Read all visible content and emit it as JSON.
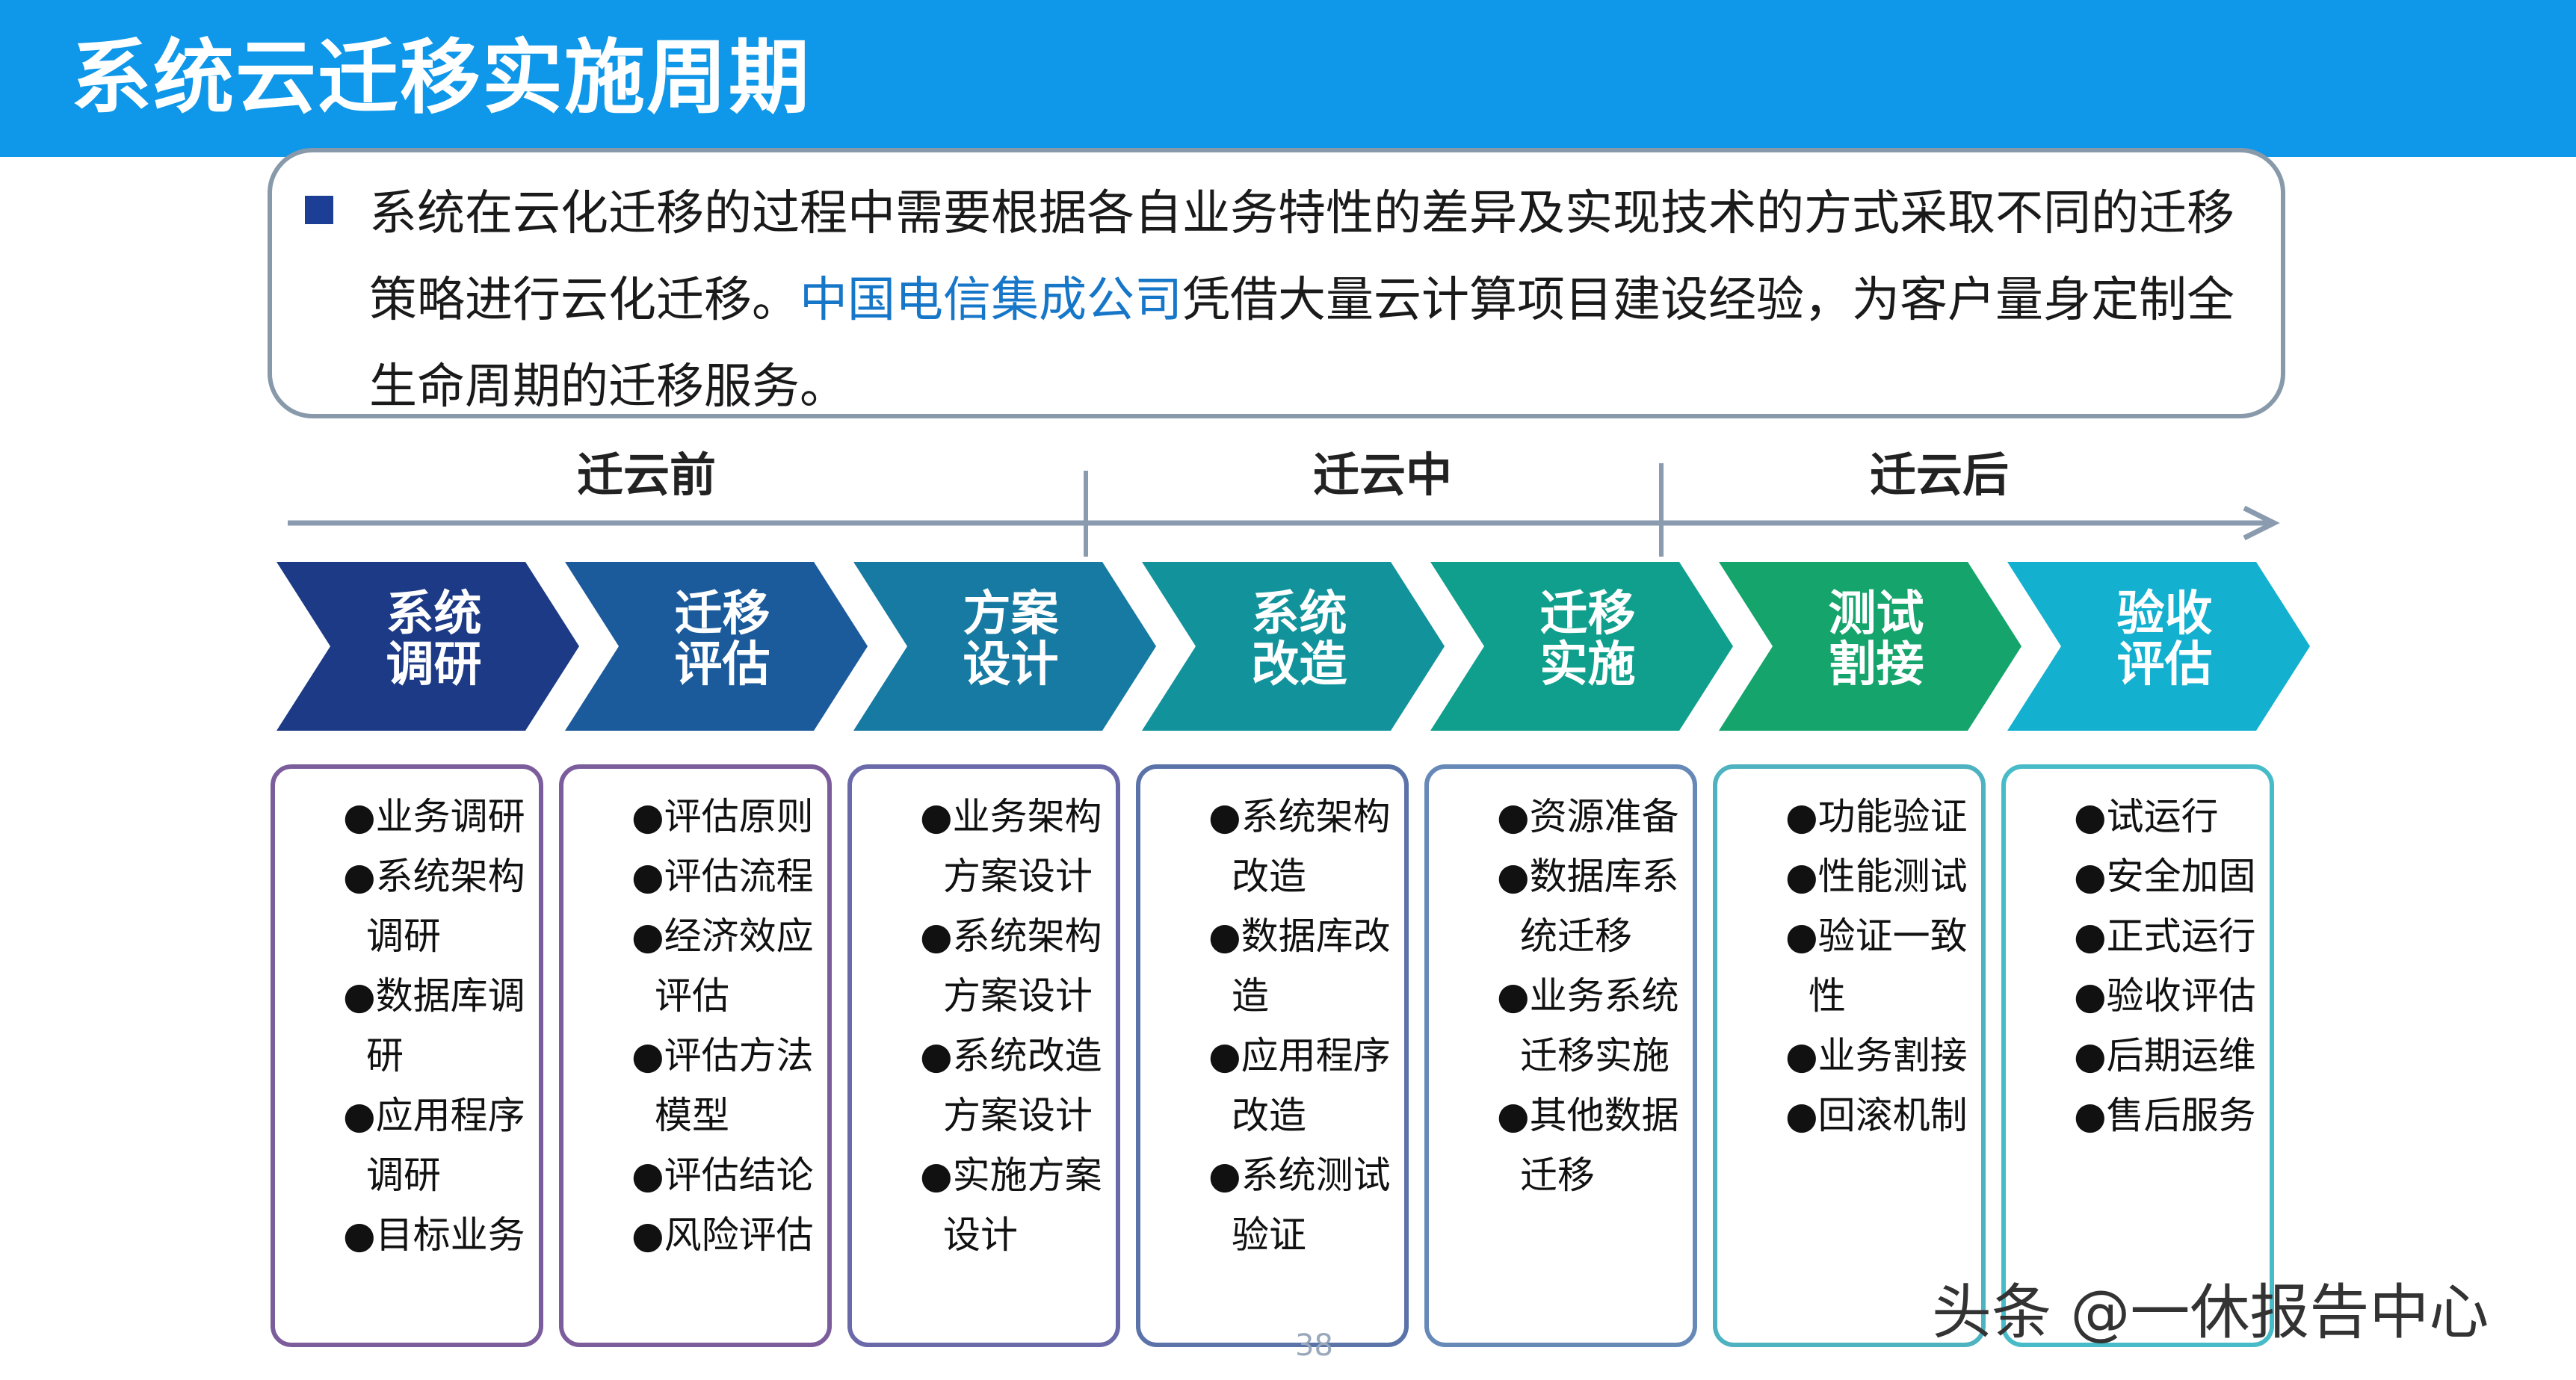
{
  "header": {
    "title": "系统云迁移实施周期",
    "color": "#0f97e9"
  },
  "intro": {
    "text_before": "系统在云化迁移的过程中需要根据各自业务特性的差异及实现技术的方式采取不同的迁移策略进行云化迁移。",
    "highlight": "中国电信集成公司",
    "text_after": "凭借大量云计算项目建设经验，为客户量身定制全生命周期的迁移服务。",
    "highlight_color": "#1676c8"
  },
  "phases": [
    {
      "label": "迁云前"
    },
    {
      "label": "迁云中"
    },
    {
      "label": "迁云后"
    }
  ],
  "steps": [
    {
      "line1": "系统",
      "line2": "调研",
      "color": "#1c3a85",
      "items": [
        "业务调研",
        "系统架构调研",
        "数据库调研",
        "应用程序调研",
        "目标业务"
      ]
    },
    {
      "line1": "迁移",
      "line2": "评估",
      "color": "#1b5a9b",
      "items": [
        "评估原则",
        "评估流程",
        "经济效应评估",
        "评估方法模型",
        "评估结论",
        "风险评估"
      ]
    },
    {
      "line1": "方案",
      "line2": "设计",
      "color": "#167aa2",
      "items": [
        "业务架构方案设计",
        "系统架构方案设计",
        "系统改造方案设计",
        "实施方案设计"
      ]
    },
    {
      "line1": "系统",
      "line2": "改造",
      "color": "#12939c",
      "items": [
        "系统架构改造",
        "数据库改造",
        "应用程序改造",
        "系统测试验证"
      ]
    },
    {
      "line1": "迁移",
      "line2": "实施",
      "color": "#0f9f8c",
      "items": [
        "资源准备",
        "数据库系统迁移",
        "业务系统迁移实施",
        "其他数据迁移"
      ]
    },
    {
      "line1": "测试",
      "line2": "割接",
      "color": "#15a46b",
      "items": [
        "功能验证",
        "性能测试",
        "验证一致性",
        "业务割接",
        "回滚机制"
      ]
    },
    {
      "line1": "验收",
      "line2": "评估",
      "color": "#13b0cf",
      "items": [
        "试运行",
        "安全加固",
        "正式运行",
        "验收评估",
        "后期运维",
        "售后服务"
      ]
    }
  ],
  "box_border_colors": [
    "#7b5d9c",
    "#7b5d9c",
    "#6a6aaa",
    "#5a73a8",
    "#6789b8",
    "#4fb2c0",
    "#47bcc8"
  ],
  "watermark": "头条 @一休报告中心",
  "page_number": "38"
}
